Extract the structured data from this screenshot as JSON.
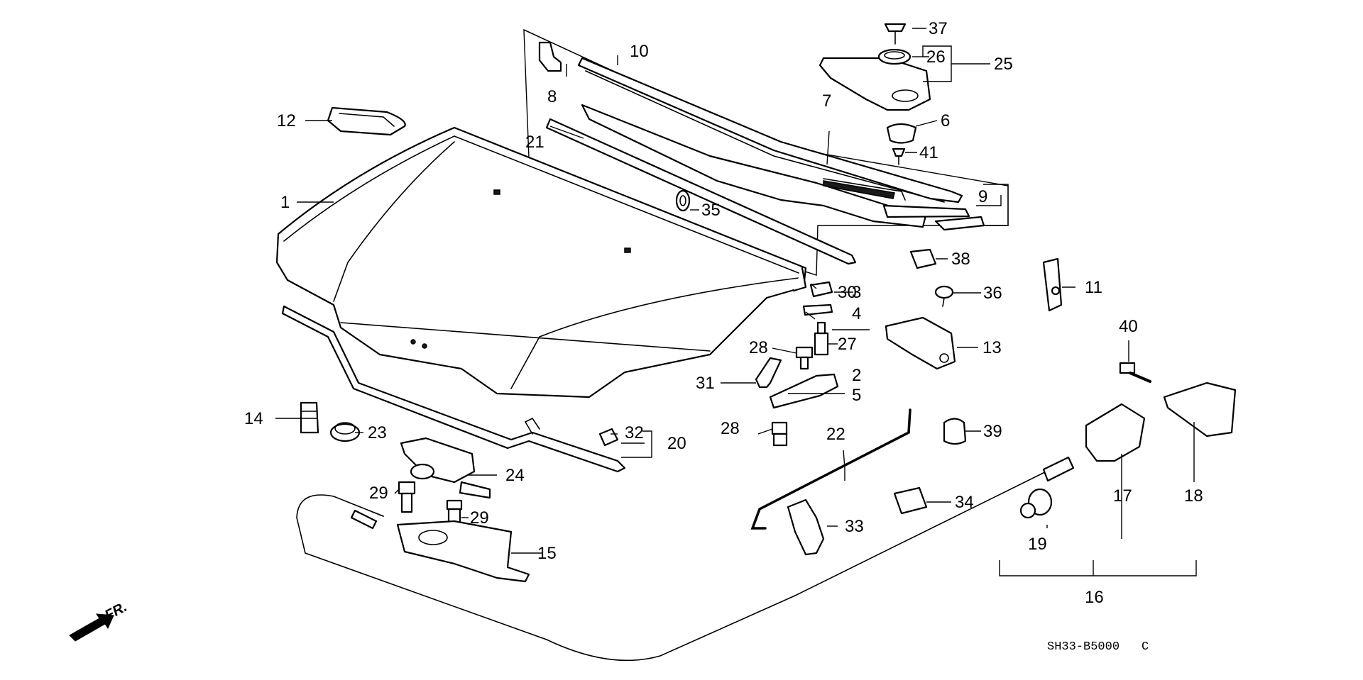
{
  "diagram": {
    "callouts": [
      {
        "id": "c1",
        "label": "1"
      },
      {
        "id": "c2",
        "label": "2"
      },
      {
        "id": "c3",
        "label": "3"
      },
      {
        "id": "c4",
        "label": "4"
      },
      {
        "id": "c5",
        "label": "5"
      },
      {
        "id": "c6",
        "label": "6"
      },
      {
        "id": "c7",
        "label": "7"
      },
      {
        "id": "c8",
        "label": "8"
      },
      {
        "id": "c9",
        "label": "9"
      },
      {
        "id": "c10",
        "label": "10"
      },
      {
        "id": "c11",
        "label": "11"
      },
      {
        "id": "c12",
        "label": "12"
      },
      {
        "id": "c13",
        "label": "13"
      },
      {
        "id": "c14",
        "label": "14"
      },
      {
        "id": "c15",
        "label": "15"
      },
      {
        "id": "c16",
        "label": "16"
      },
      {
        "id": "c17",
        "label": "17"
      },
      {
        "id": "c18",
        "label": "18"
      },
      {
        "id": "c19",
        "label": "19"
      },
      {
        "id": "c20",
        "label": "20"
      },
      {
        "id": "c21",
        "label": "21"
      },
      {
        "id": "c22",
        "label": "22"
      },
      {
        "id": "c23",
        "label": "23"
      },
      {
        "id": "c24",
        "label": "24"
      },
      {
        "id": "c25",
        "label": "25"
      },
      {
        "id": "c26",
        "label": "26"
      },
      {
        "id": "c27",
        "label": "27"
      },
      {
        "id": "c28a",
        "label": "28"
      },
      {
        "id": "c28b",
        "label": "28"
      },
      {
        "id": "c29a",
        "label": "29"
      },
      {
        "id": "c29b",
        "label": "29"
      },
      {
        "id": "c30",
        "label": "30"
      },
      {
        "id": "c31",
        "label": "31"
      },
      {
        "id": "c32",
        "label": "32"
      },
      {
        "id": "c33",
        "label": "33"
      },
      {
        "id": "c34",
        "label": "34"
      },
      {
        "id": "c35",
        "label": "35"
      },
      {
        "id": "c36",
        "label": "36"
      },
      {
        "id": "c37",
        "label": "37"
      },
      {
        "id": "c38",
        "label": "38"
      },
      {
        "id": "c39",
        "label": "39"
      },
      {
        "id": "c40",
        "label": "40"
      },
      {
        "id": "c41",
        "label": "41"
      }
    ],
    "direction_label": "FR.",
    "drawing_code": "SH33-B5000",
    "revision": "C"
  }
}
